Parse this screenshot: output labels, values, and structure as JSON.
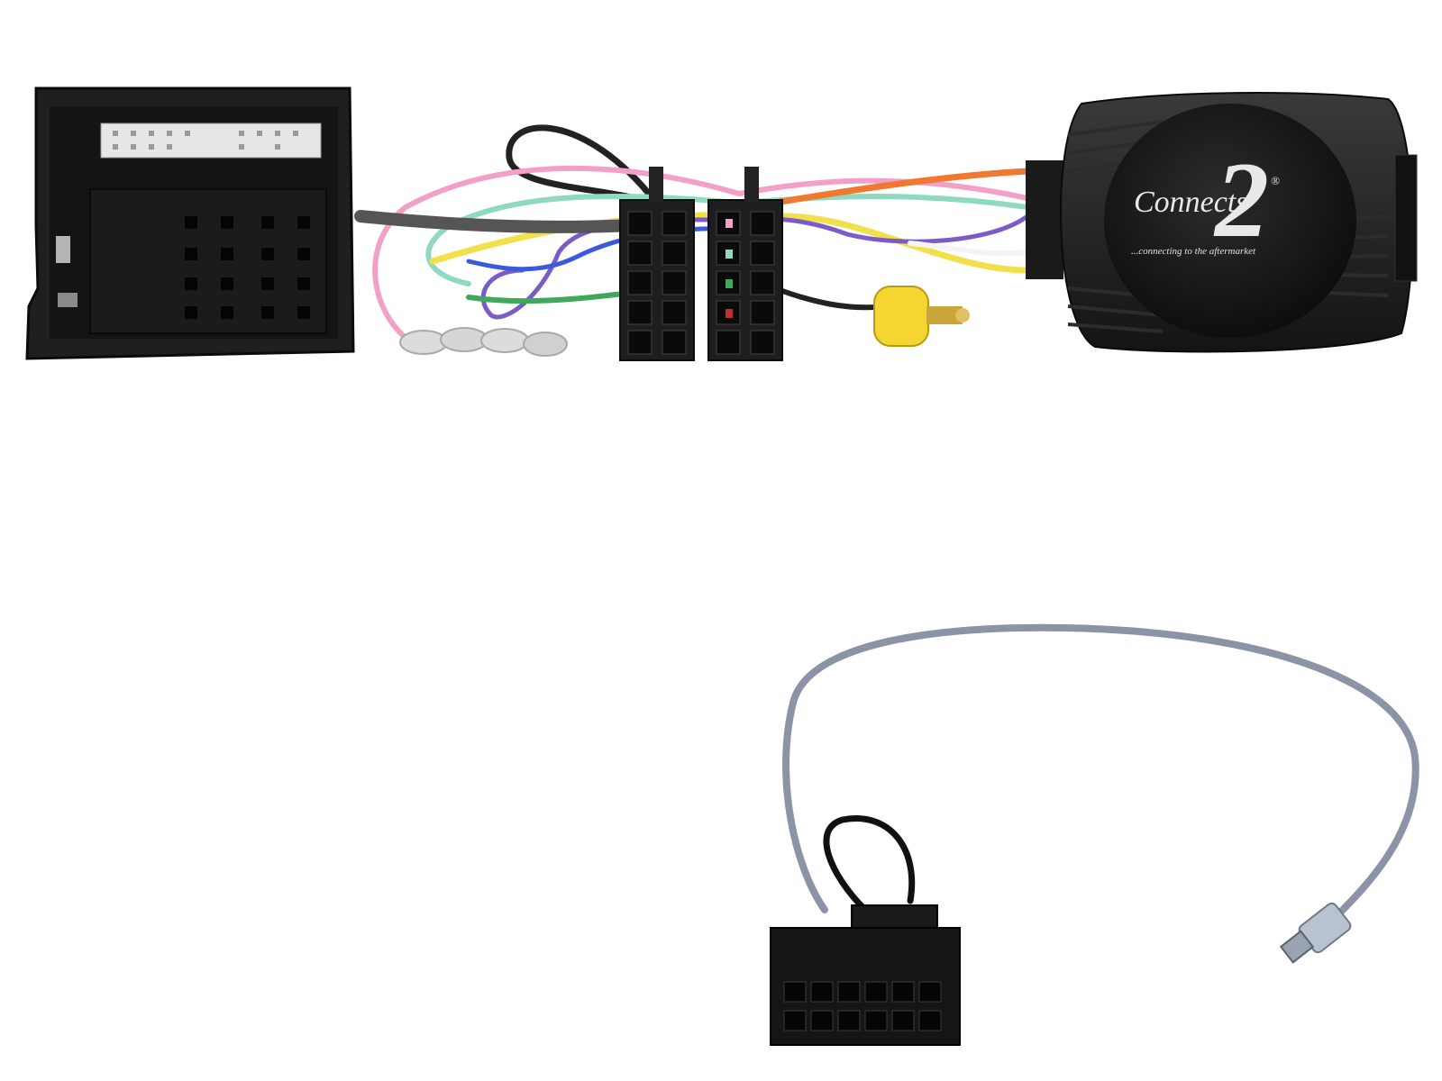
{
  "product": {
    "brand_logo": {
      "wordmark": "Connects",
      "numeral": "2",
      "registered_mark": "®",
      "tagline": "...connecting to the aftermarket"
    }
  },
  "colors": {
    "background": "#ffffff",
    "housing": "#1c1c1c",
    "wire_black": "#222222",
    "wire_pink": "#f2a0c8",
    "wire_teal": "#8fd9c0",
    "wire_yellow": "#f1e04a",
    "wire_purple": "#7a5bc8",
    "wire_blue": "#3b5ad9",
    "wire_green": "#3fa85a",
    "wire_orange": "#f07830",
    "wire_white": "#f4f4f4",
    "rca_yellow": "#f5d531",
    "lead_grey": "#8a94a6"
  }
}
